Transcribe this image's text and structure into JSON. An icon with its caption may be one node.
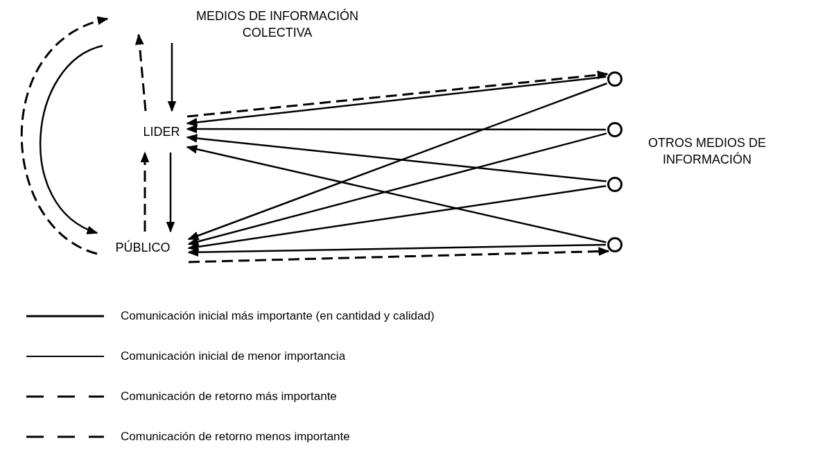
{
  "diagram": {
    "nodes": [
      {
        "text": [
          "MEDIOS DE INFORMACIÓN COLECTIVA"
        ]
      },
      {
        "text": [
          "LIDER"
        ]
      },
      {
        "text": [
          "PÚBLICO"
        ]
      },
      {
        "text": [],
        "shape": "circle"
      },
      {
        "text": [],
        "shape": "circle"
      },
      {
        "text": [],
        "shape": "circle"
      },
      {
        "text": [],
        "shape": "circle"
      }
    ],
    "edges": [
      {
        "from": 0,
        "to": 1,
        "arrow": "to"
      },
      {
        "from": 1,
        "to": 0,
        "arrow": "to",
        "style": "dashed"
      },
      {
        "from": 1,
        "to": 2,
        "arrow": "to"
      },
      {
        "from": 2,
        "to": 1,
        "arrow": "to",
        "style": "dashed"
      },
      {
        "from": null,
        "to": 2,
        "arrow": "to"
      },
      {
        "from": 2,
        "to": null,
        "arrow": "to",
        "style": "dashed"
      },
      {
        "from": 1,
        "to": 3,
        "arrow": "to",
        "style": "dashed"
      },
      {
        "from": 3,
        "to": 1,
        "arrow": "to"
      },
      {
        "from": 3,
        "to": 2,
        "arrow": "to"
      },
      {
        "from": 4,
        "to": 1,
        "arrow": "to"
      },
      {
        "from": 4,
        "to": 2,
        "arrow": "to"
      },
      {
        "from": 5,
        "to": 1,
        "arrow": "to"
      },
      {
        "from": 5,
        "to": 2,
        "arrow": "to"
      },
      {
        "from": 6,
        "to": 1,
        "arrow": "to"
      },
      {
        "from": 6,
        "to": 2,
        "arrow": "to"
      },
      {
        "from": 2,
        "to": 6,
        "arrow": "to",
        "style": "dashed"
      }
    ],
    "labels": [
      "OTROS MEDIOS DE INFORMACIÓN"
    ],
    "legend": [
      {
        "text": "Comunicación inicial más importante (en cantidad y calidad)"
      },
      {
        "text": "Comunicación inicial de menor importancia"
      },
      {
        "text": "Comunicación de retorno más importante"
      },
      {
        "text": "Comunicación de retorno menos importante"
      }
    ]
  }
}
